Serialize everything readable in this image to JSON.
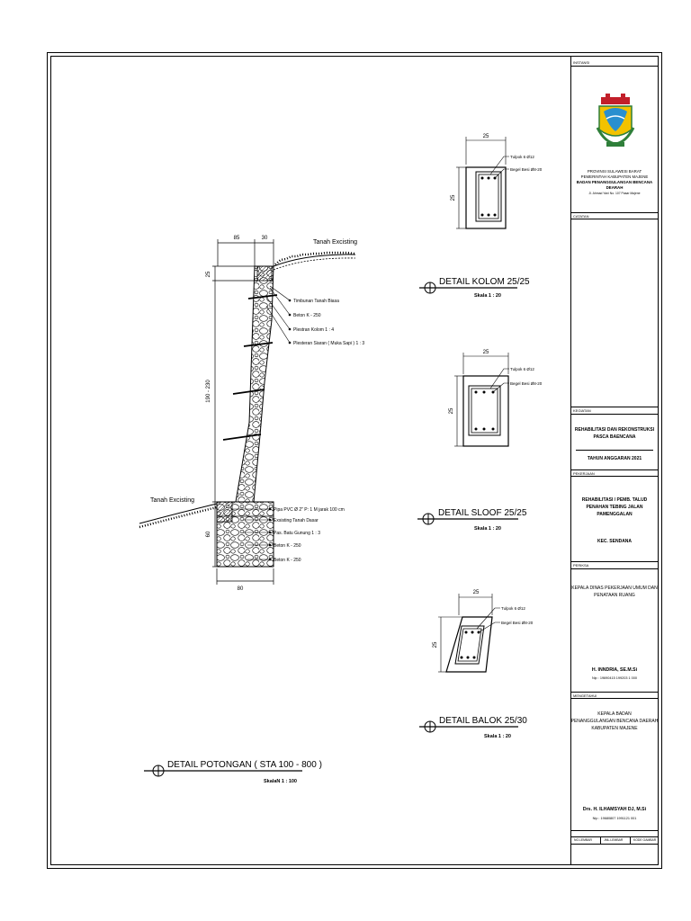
{
  "main_section": {
    "title": "DETAIL POTONGAN ( STA 100 - 800 )",
    "scale": "SkalaN 1 : 100",
    "dims": {
      "top_left": "85",
      "top_right": "30",
      "side_top": "25",
      "side_mid": "190 - 230",
      "side_bottom": "60",
      "bottom": "80"
    },
    "ground_top": "Tanah Excisting",
    "ground_bottom": "Tanah Excisting",
    "callouts": [
      "Timbunan Tanah Biasa",
      "Beton K - 250",
      "Plestran Kolom 1 : 4",
      "Plesteran Siaran ( Muka Sapi ) 1 : 3",
      "Pipa PVC Ø 2\" P: 1 M jarak 100 cm",
      "Exsisting Tanah Dasar",
      "Pas. Batu Gunung 1 : 3",
      "Beton K - 250",
      "Beton K - 250"
    ]
  },
  "details": [
    {
      "title": "DETAIL KOLOM 25/25",
      "scale": "Skala 1 : 20",
      "width": "25",
      "height": "25",
      "rebar": "Tulpok 6 Ø12",
      "stirrup": "Begel Besi Ø8-20"
    },
    {
      "title": "DETAIL SLOOF 25/25",
      "scale": "Skala 1 : 20",
      "width": "25",
      "height": "25",
      "rebar": "Tulpok 6 Ø12",
      "stirrup": "Begel Besi Ø8-20"
    },
    {
      "title": "DETAIL BALOK 25/30",
      "scale": "Skala 1 : 20",
      "width": "25",
      "height": "25",
      "rebar": "Tulpok 6 Ø12",
      "stirrup": "Begel Besi Ø8-20"
    }
  ],
  "title_block": {
    "instansi_label": "INSTANSI",
    "org_lines": [
      "PROVINSI SULAWESI BARAT",
      "PEMERINTAH KABUPATEN MAJENE",
      "BADAN PENANGGULANGAN BENCANA DEARAH",
      "Jl. Ahmad Yani No. 107 Pasar Majene"
    ],
    "catatan_label": "CATATAN",
    "kegiatan_label": "KEGIATAN",
    "kegiatan": [
      "REHABILITASI DAN REKONSTRUKSI",
      "PASCA BAENCANA"
    ],
    "tahun": "TAHUN ANGGARAN 2021",
    "pekerjaan_label": "PEKERJAAN",
    "pekerjaan": [
      "REHABILITASI / PEMB. TALUD",
      "PENAHAN TEBING JALAN",
      "PAMENGGALAN"
    ],
    "kecamatan": "KEC. SENDANA",
    "periksa_label": "PERIKSA",
    "periksa_org": [
      "KEPALA DINAS PEKERJAAN UMUM DAN",
      "PENATAAN RUANG"
    ],
    "periksa_name": "H. INNDRIA, SE.M.Si",
    "periksa_nip": "Nip : 19690415 199203 1 000",
    "mengetahui_label": "MENGETAHUI",
    "mengetahui_org": [
      "KEPALA BADAN",
      "PENANGGULANGAN BENCANA DAERAH",
      "KABUPATEN MAJENE"
    ],
    "mengetahui_name": "Drs. H. ILHAMSYAH DJ, M.Si",
    "mengetahui_nip": "Nip : 19680807 1991121 001",
    "footer": [
      "NO.LEMBAR",
      "JML.LEMBAR",
      "KODE GAMBAR"
    ]
  }
}
